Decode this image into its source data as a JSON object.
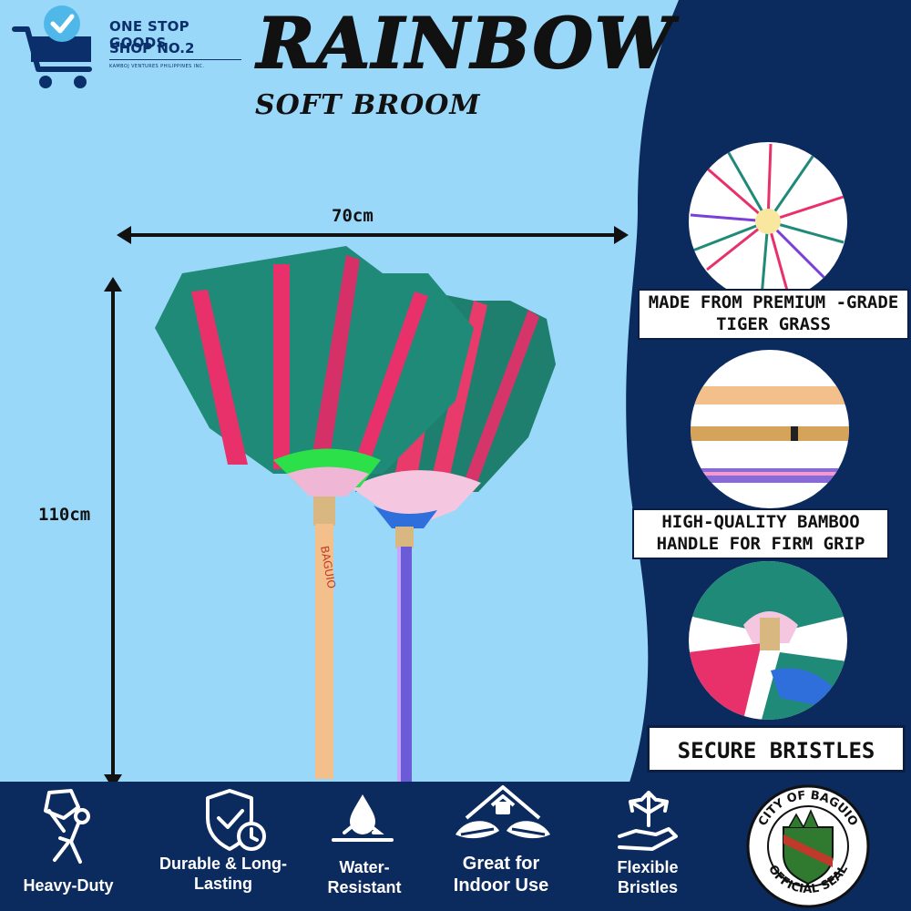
{
  "colors": {
    "sky": "#9ad8f9",
    "navy": "#0b2a5e",
    "ink": "#111111"
  },
  "logo": {
    "line1": "ONE STOP GOODS",
    "line2": "SHOP NO.2",
    "line3": "KAMBOJ VENTURES PHILIPPINES INC.",
    "icon": "shopping-cart-check-icon"
  },
  "title": "RAINBOW",
  "subtitle": "SOFT BROOM",
  "dimensions": {
    "width": "70cm",
    "height": "110cm"
  },
  "features_side": [
    {
      "label": "MADE FROM PREMIUM -GRADE TIGER GRASS",
      "icon": "bristle-closeup"
    },
    {
      "label": "HIGH-QUALITY BAMBOO HANDLE FOR FIRM GRIP",
      "icon": "handle-closeup"
    },
    {
      "label": "SECURE BRISTLES",
      "icon": "binding-closeup"
    }
  ],
  "features_bottom": [
    {
      "label": "Heavy-Duty",
      "icon": "heavy-lifter-icon"
    },
    {
      "label": "Durable & Long-Lasting",
      "icon": "shield-clock-icon"
    },
    {
      "label": "Water-Resistant",
      "icon": "water-drop-icon"
    },
    {
      "label": "Great for Indoor Use",
      "icon": "house-leaves-icon"
    },
    {
      "label": "Flexible Bristles",
      "icon": "hand-arrows-icon"
    }
  ],
  "seal": {
    "top": "CITY OF BAGUIO",
    "bottom": "OFFICIAL SEAL"
  }
}
